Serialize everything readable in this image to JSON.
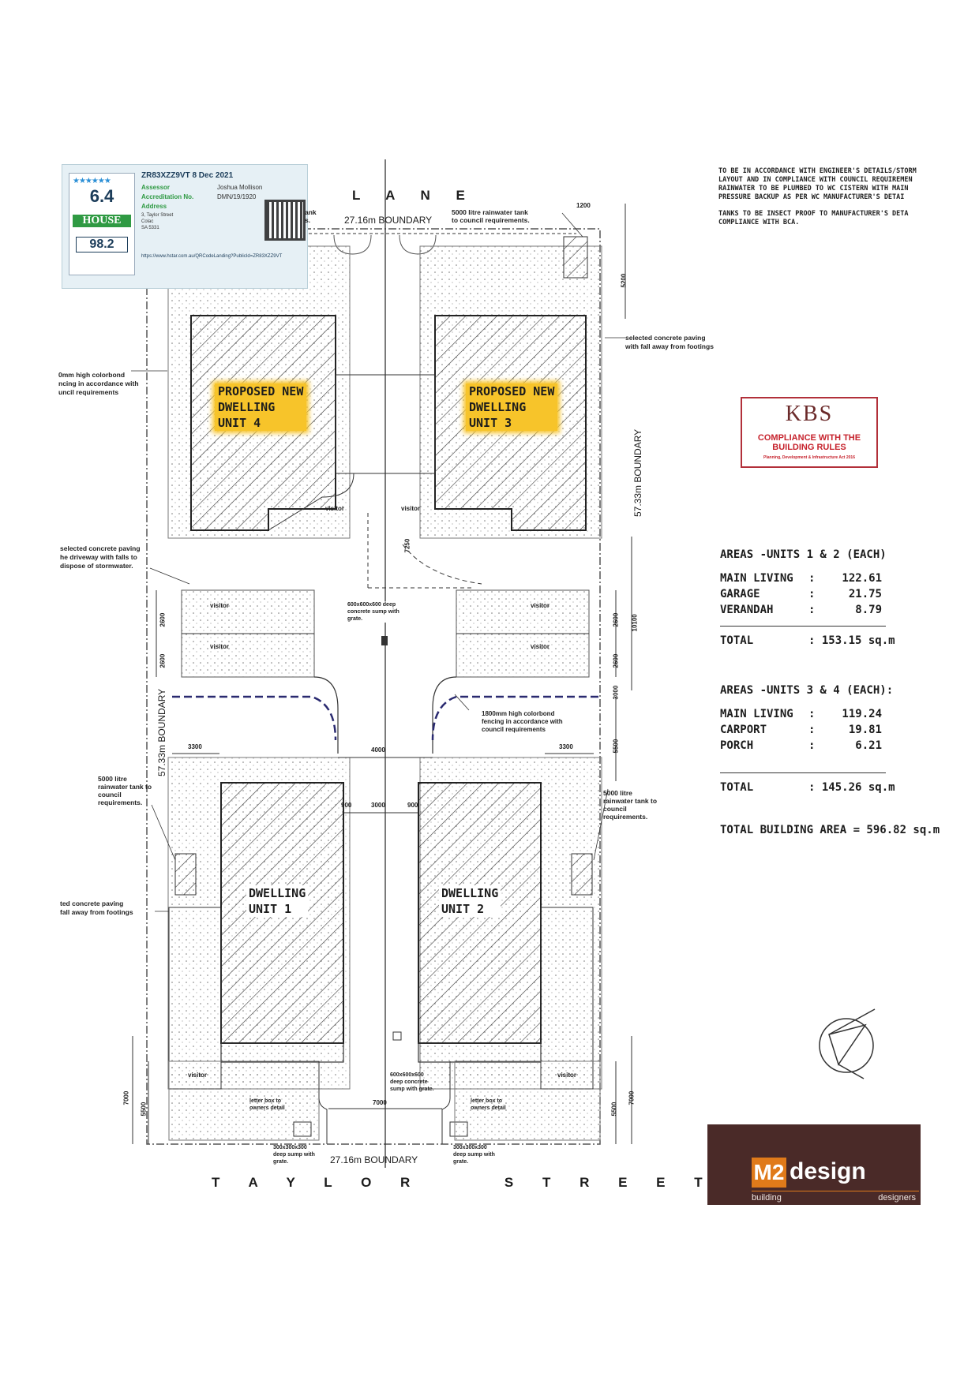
{
  "certificate": {
    "stars": "6.4",
    "scheme": "HOUSE",
    "score": "98.2",
    "reference": "ZR83XZZ9VT 8 Dec 2021",
    "assessor_label": "Assessor",
    "assessor_value": "Joshua Mollison",
    "accreditation_label": "Accreditation No.",
    "accreditation_value": "DMN/19/1920",
    "address_label": "Address",
    "address_value": "3, Taylor Street\nColac\nSA 5331",
    "url": "https://www.hstar.com.au/QRCodeLanding?PublicId=ZR83XZZ9VT"
  },
  "top_notes": {
    "line1": "TO BE IN ACCORDANCE WITH ENGINEER'S DETAILS/STORM",
    "line2": "LAYOUT AND IN COMPLIANCE WITH COUNCIL REQUIREMEN",
    "line3": "RAINWATER TO BE PLUMBED TO WC CISTERN WITH MAIN",
    "line4": "PRESSURE BACKUP AS PER WC MANUFACTURER'S DETAI",
    "line5": "TANKS TO BE INSECT PROOF TO MANUFACTURER'S DETA",
    "line6": "COMPLIANCE WITH BCA."
  },
  "kbs": {
    "logo": "KBS",
    "line1": "COMPLIANCE WITH THE",
    "line2": "BUILDING RULES",
    "small": "Planning, Development & Infrastructure Act 2016"
  },
  "areas_12": {
    "heading": "AREAS -UNITS 1 & 2 (EACH)",
    "rows": [
      {
        "label": "MAIN LIVING",
        "sep": ":",
        "value": "122.61"
      },
      {
        "label": "GARAGE",
        "sep": ":",
        "value": "21.75"
      },
      {
        "label": "VERANDAH",
        "sep": ":",
        "value": "8.79"
      }
    ],
    "total_label": "TOTAL",
    "total_value": ":  153.15 sq.m"
  },
  "areas_34": {
    "heading": "AREAS -UNITS 3 & 4 (EACH):",
    "rows": [
      {
        "label": "MAIN LIVING",
        "sep": ":",
        "value": "119.24"
      },
      {
        "label": "CARPORT",
        "sep": ":",
        "value": "19.81"
      },
      {
        "label": "PORCH",
        "sep": ":",
        "value": "6.21"
      }
    ],
    "total_label": "TOTAL",
    "total_value": ":  145.26 sq.m"
  },
  "total_building_area": "TOTAL BUILDING AREA = 596.82 sq.m",
  "plan": {
    "lane": "L A N E",
    "street": "T A Y L O R     S T R E E T",
    "top_boundary": "27.16m BOUNDARY",
    "bottom_boundary": "27.16m BOUNDARY",
    "right_boundary": "57.33m BOUNDARY",
    "left_boundary": "57.33m BOUNDARY",
    "unit4": "PROPOSED NEW\nDWELLING\nUNIT 4",
    "unit3": "PROPOSED NEW\nDWELLING\nUNIT 3",
    "unit1": "DWELLING\nUNIT 1",
    "unit2": "DWELLING\nUNIT 2",
    "visitor": "visitor",
    "notes": {
      "tank_top": "5000 litre rainwater tank\nto council requirements.",
      "tank_top_left": "ank\ns.",
      "paving_right": "selected concrete paving\nwith fall away from footings",
      "fence_left": "0mm high colorbond\nncing in accordance with\nuncil requirements",
      "driveway": "selected concrete paving\nhe driveway with falls to\ndispose of stormwater.",
      "sump_center": "600x600x600 deep\nconcrete sump with\ngrate.",
      "fence_center": "1800mm high colorbond\nfencing in accordance with\ncouncil requirements",
      "tank_left": "5000 litre\nrainwater tank to\ncouncil\nrequirements.",
      "tank_right": "5000 litre\nrainwater tank to\ncouncil\nrequirements.",
      "paving_left": "ted concrete paving\nfall away from footings",
      "sump_bottom": "600x600x600\ndeep concrete\nsump with grate.",
      "letterbox_left": "letter box to\nowners detail",
      "letterbox_right": "letter box to\nowners detail",
      "sump_small_left": "300x300x300\ndeep sump with\ngrate.",
      "sump_small_right": "300x300x300\ndeep sump with\ngrate."
    },
    "dims": {
      "d1200": "1200",
      "d5200": "5200",
      "d7250": "7250",
      "d2600a": "2600",
      "d2600b": "2600",
      "d2600c": "2600",
      "d2600d": "2600",
      "d10100": "10100",
      "d3000a": "3000",
      "d5500": "5500",
      "d3300a": "3300",
      "d3300b": "3300",
      "d4000": "4000",
      "d900a": "900",
      "d3000b": "3000",
      "d900b": "900",
      "d7000a": "7000",
      "d5500a": "5500",
      "d7000b": "7000",
      "d5500b": "5500",
      "d7000c": "7000"
    }
  },
  "brand": {
    "logo": "M2",
    "word": "design",
    "sub_left": "building",
    "sub_right": "designers"
  }
}
